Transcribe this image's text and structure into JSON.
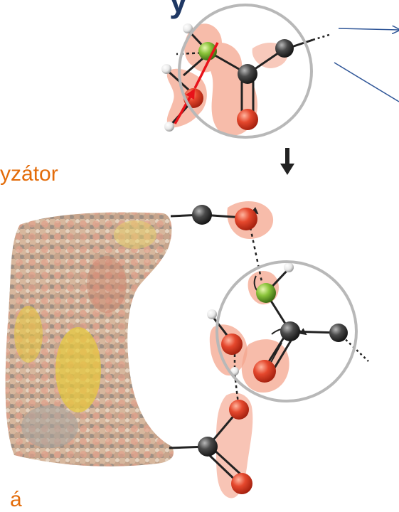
{
  "labels": {
    "catalyst": "yzátor",
    "title_fragment": "y",
    "bottom_fragment": "á"
  },
  "colors": {
    "orange_text": "#e36c0a",
    "title_blue": "#1f3864",
    "pointer_blue": "#2e5597",
    "circle_gray": "#b8b8b8",
    "glow": "#f08a6e",
    "oxygen": "#e0472d",
    "carbon": "#4a4a4a",
    "substrate_green": "#8ac33a",
    "hydrogen": "#f2f2f2",
    "red_arrow": "#e8121a",
    "enzyme_tan": "#c9a48a",
    "enzyme_yellow": "#e7c93a",
    "enzyme_gray": "#a9a49c"
  },
  "icons": [
    "down-arrow-icon",
    "pointer-arrow-icon",
    "red-arrow-icon"
  ]
}
